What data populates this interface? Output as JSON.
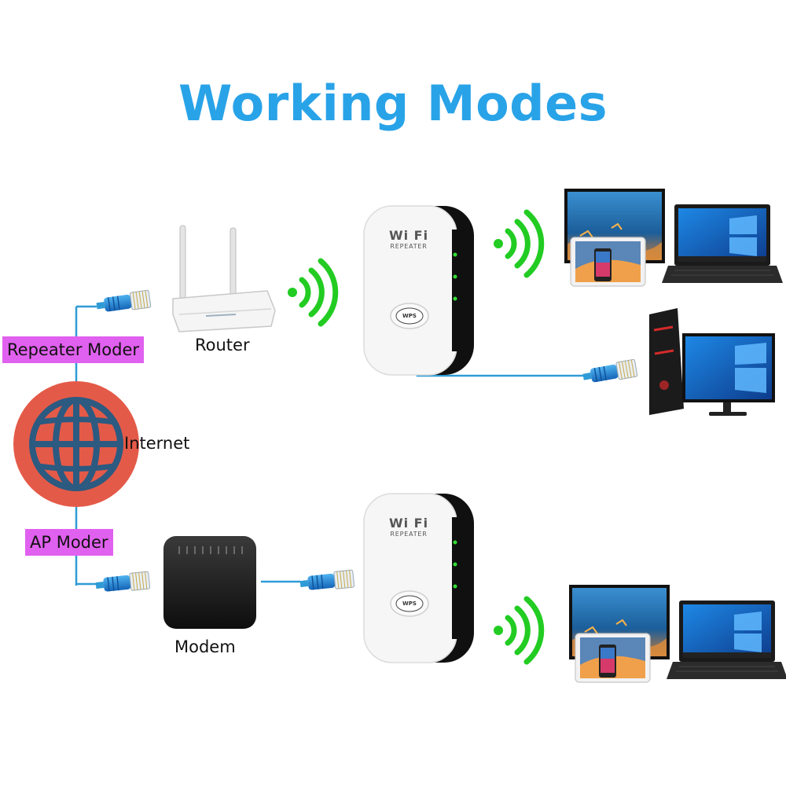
{
  "title": "Working Modes",
  "colors": {
    "title": "#29a3e8",
    "mode_tag": "#e060ef",
    "signal": "#22cc22",
    "cable": "#2f9bd6",
    "connector": "#1f8ad8",
    "globe_outer": "#e45a48",
    "globe_inner": "#2c5a80"
  },
  "modes": {
    "repeater": "Repeater Moder",
    "ap": "AP Moder"
  },
  "devices": {
    "router": "Router",
    "internet": "Internet",
    "modem": "Modem"
  },
  "repeater_unit": {
    "brand": "Wi Fi",
    "model": "REPEATER",
    "button": "WPS"
  },
  "icons": [
    "globe-icon",
    "router-icon",
    "modem-icon",
    "wifi-signal-icon",
    "ethernet-connector-icon",
    "monitor-icon",
    "laptop-icon",
    "tablet-icon",
    "phone-icon",
    "desktop-tower-icon"
  ]
}
